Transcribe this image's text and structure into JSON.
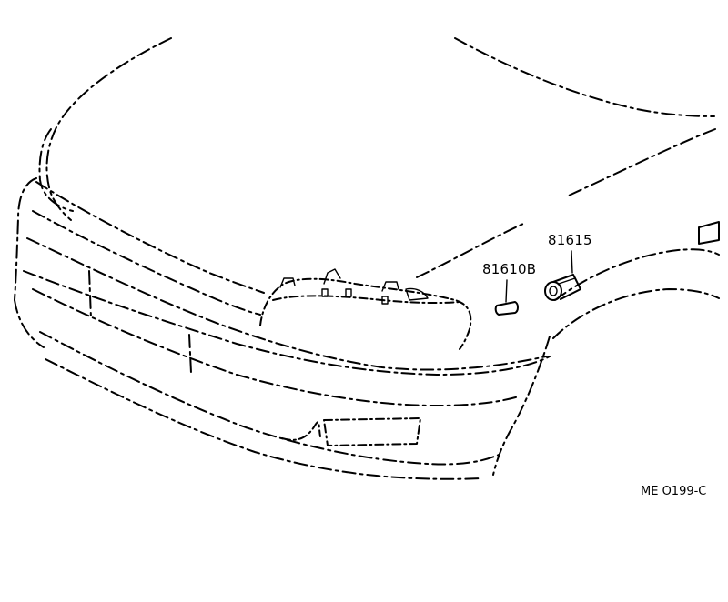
{
  "parts": [
    {
      "number": "81615"
    },
    {
      "number": "81610B"
    }
  ],
  "figure_code": "ME  O199-C"
}
